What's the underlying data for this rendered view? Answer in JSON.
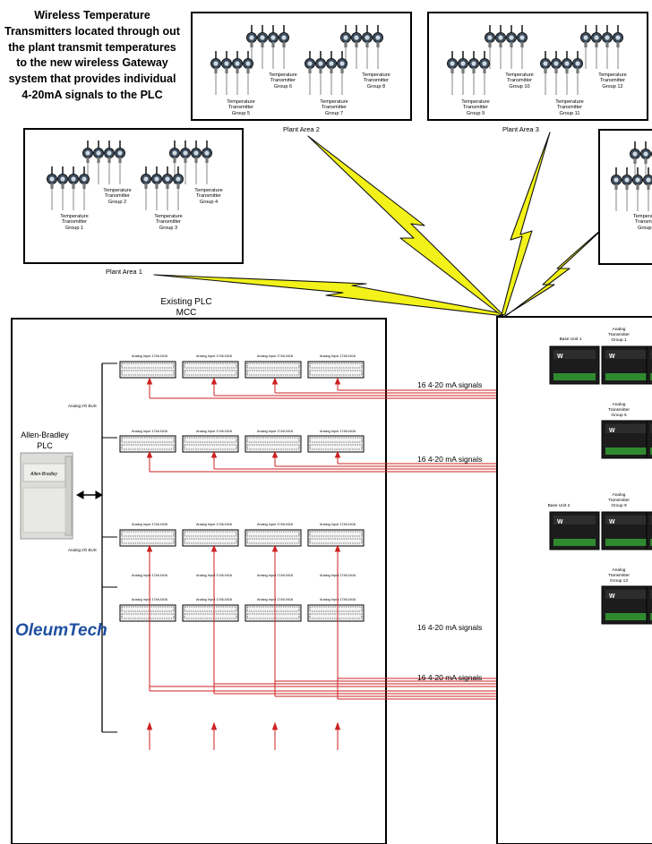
{
  "intro": {
    "lines": [
      "Wireless Temperature",
      "Transmitters located through out",
      "the plant transmit temperatures",
      "to the new wireless Gateway",
      "system that provides individual",
      "4-20mA signals to the PLC"
    ]
  },
  "plant_areas": {
    "area1": "Plant Area 1",
    "area2": "Plant Area 2",
    "area3": "Plant Area 3"
  },
  "tx_label": {
    "line1": "Temperature",
    "line2": "Transmitter"
  },
  "groups": {
    "g1": "Group 1",
    "g2": "Group 2",
    "g3": "Group 3",
    "g4": "Group 4",
    "g5": "Group 5",
    "g6": "Group 6",
    "g7": "Group 7",
    "g8": "Group 8",
    "g9": "Group 9",
    "g10": "Group 10",
    "g11": "Group 11",
    "g12": "Group 12",
    "g13": "Group"
  },
  "mcc": {
    "line1": "Existing PLC",
    "line2": "MCC"
  },
  "plc": {
    "line1": "Allen-Bradley",
    "line2": "PLC",
    "brand": "Allen-Bradley",
    "bus_label": "Analog I/O BUS"
  },
  "module_label": "Analog Input 1746-NI16",
  "signals_label": "16 4-20 mA signals",
  "gateway": {
    "base1": "Base Unit 1",
    "base2": "Base Unit 2",
    "analog": "Analog",
    "transmitter": "Transmitter",
    "group1": "Group 1",
    "group5": "Group 5",
    "group9": "Group 9",
    "group13": "Group 13",
    "brand": "W",
    "device": "Analog Transmitter"
  },
  "logo": "OleumTech",
  "colors": {
    "bolt": "#f2f21a",
    "signal": "#cc2222",
    "frame": "#000000",
    "sensor_head": "#3a4a5a"
  }
}
